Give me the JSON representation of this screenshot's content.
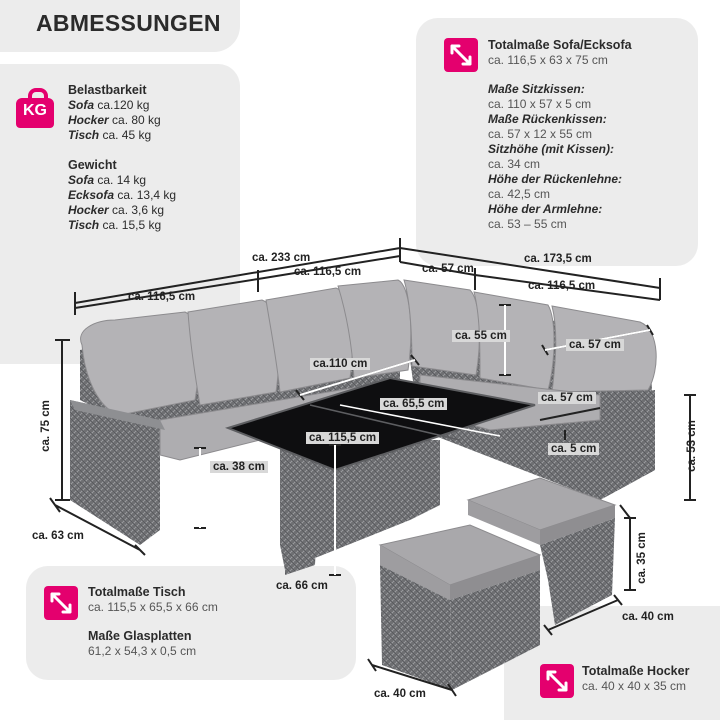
{
  "title": "ABMESSUNGEN",
  "colors": {
    "accent": "#e4006e",
    "panel": "#ececec",
    "text": "#2b2b2b"
  },
  "icons": {
    "weight": "kg-weight-icon",
    "dimension": "diagonal-arrow-icon"
  },
  "load": {
    "kg_icon_text": "KG",
    "heading": "Belastbarkeit",
    "items": [
      {
        "name": "Sofa",
        "value": "ca.120 kg"
      },
      {
        "name": "Hocker",
        "value": "ca. 80 kg"
      },
      {
        "name": "Tisch",
        "value": "ca. 45 kg"
      }
    ]
  },
  "weight": {
    "heading": "Gewicht",
    "items": [
      {
        "name": "Sofa",
        "value": "ca. 14 kg"
      },
      {
        "name": "Ecksofa",
        "value": "ca. 13,4 kg"
      },
      {
        "name": "Hocker",
        "value": "ca. 3,6 kg"
      },
      {
        "name": "Tisch",
        "value": "ca. 15,5 kg"
      }
    ]
  },
  "sofa": {
    "heading": "Totalmaße Sofa/Ecksofa",
    "size": "ca. 116,5 x 63 x 75 cm",
    "specs": [
      {
        "label": "Maße Sitzkissen:",
        "value": "ca. 110 x 57 x 5 cm"
      },
      {
        "label": "Maße Rückenkissen:",
        "value": "ca. 57 x 12 x 55 cm"
      },
      {
        "label": "Sitzhöhe (mit Kissen):",
        "value": "ca. 34 cm"
      },
      {
        "label": "Höhe der Rückenlehne:",
        "value": "ca. 42,5 cm"
      },
      {
        "label": "Höhe der Armlehne:",
        "value": "ca. 53 – 55 cm"
      }
    ]
  },
  "table": {
    "heading": "Totalmaße Tisch",
    "size": "ca. 115,5 x 65,5 x 66 cm",
    "glass_heading": "Maße Glasplatten",
    "glass_size": "61,2 x 54,3 x 0,5 cm"
  },
  "stool": {
    "heading": "Totalmaße Hocker",
    "size": "ca. 40 x 40 x 35 cm"
  },
  "dims": {
    "total_width": "ca. 233 cm",
    "left_width": "ca. 116,5 cm",
    "mid_width": "ca. 116,5 cm",
    "corner_depth": "ca. 57 cm",
    "right_total": "ca. 173,5 cm",
    "right_width": "ca. 116,5 cm",
    "height_75": "ca. 75 cm",
    "depth_63": "ca. 63 cm",
    "seat_38": "ca. 38 cm",
    "cushion_110": "ca.110 cm",
    "back_55": "ca. 55 cm",
    "back_57": "ca. 57 cm",
    "glass_65": "ca. 65,5 cm",
    "table_115": "ca. 115,5 cm",
    "seat_57": "ca. 57 cm",
    "thick_5": "ca. 5 cm",
    "arm_53": "ca. 53 cm",
    "table_66": "ca. 66 cm",
    "stool_35": "ca. 35 cm",
    "stool_40a": "ca. 40 cm",
    "stool_40b": "ca. 40 cm"
  }
}
